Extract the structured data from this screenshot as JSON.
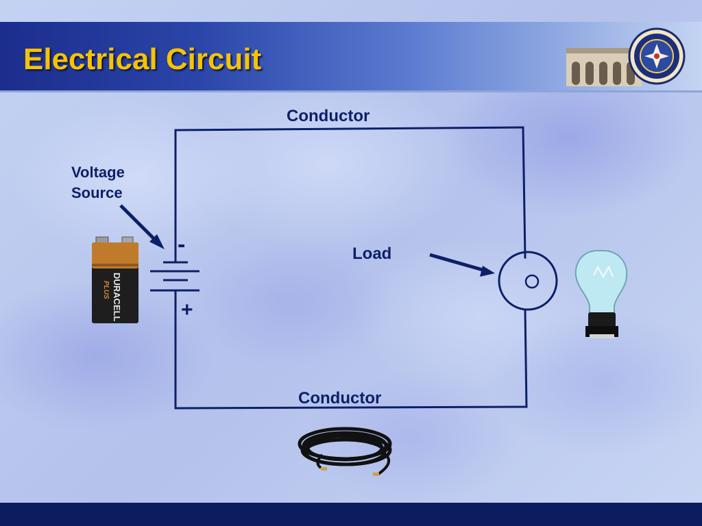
{
  "slide": {
    "title": "Electrical Circuit"
  },
  "labels": {
    "conductor_top": "Conductor",
    "voltage_source": "Voltage\nSource",
    "minus_sign": "-",
    "plus_sign": "+",
    "load": "Load",
    "conductor_bottom": "Conductor"
  },
  "images": {
    "battery_brand": "DURACELL",
    "battery_sub": "PLUS"
  },
  "colors": {
    "title_text": "#f5c400",
    "title_bar": "#1c2d8c",
    "label_text": "#0d1f68",
    "footer": "#0b1c5f"
  },
  "icons": [
    "battery-icon",
    "light-bulb-icon",
    "cable-coil-icon",
    "school-seal-logo"
  ]
}
